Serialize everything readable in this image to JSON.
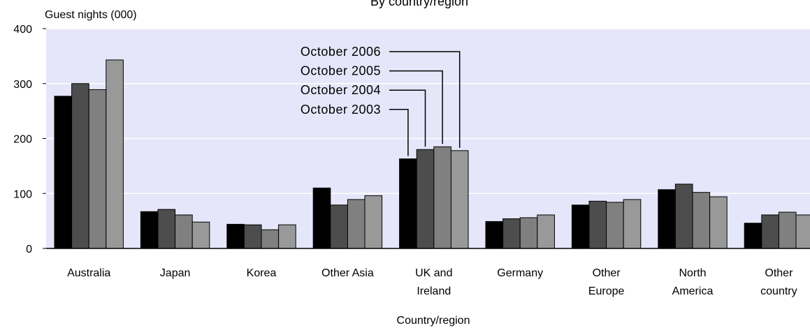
{
  "chart_data": {
    "type": "bar",
    "title": "By country/region",
    "ylabel": "Guest nights (000)",
    "xlabel": "Country/region",
    "ylim": [
      0,
      400
    ],
    "yticks": [
      0,
      100,
      200,
      300,
      400
    ],
    "grid": true,
    "legend_placement": "callouts above UK and Ireland bars",
    "categories": [
      "Australia",
      "Japan",
      "Korea",
      "Other Asia",
      "UK and Ireland",
      "Germany",
      "Other Europe",
      "North America",
      "Other country"
    ],
    "category_lines": [
      [
        "Australia"
      ],
      [
        "Japan"
      ],
      [
        "Korea"
      ],
      [
        "Other Asia"
      ],
      [
        "UK and",
        "Ireland"
      ],
      [
        "Germany"
      ],
      [
        "Other",
        "Europe"
      ],
      [
        "North",
        "America"
      ],
      [
        "Other",
        "country"
      ]
    ],
    "series": [
      {
        "name": "October 2003",
        "color": "#000000",
        "values": [
          277,
          67,
          44,
          110,
          163,
          49,
          79,
          107,
          46
        ]
      },
      {
        "name": "October 2004",
        "color": "#4d4d4d",
        "values": [
          300,
          71,
          43,
          79,
          180,
          54,
          86,
          117,
          61
        ]
      },
      {
        "name": "October 2005",
        "color": "#808080",
        "values": [
          289,
          61,
          34,
          89,
          185,
          56,
          84,
          102,
          66
        ]
      },
      {
        "name": "October 2006",
        "color": "#999999",
        "values": [
          343,
          48,
          43,
          96,
          178,
          61,
          89,
          94,
          61
        ]
      }
    ],
    "colors": {
      "plot_background": "#e6e6fa",
      "gridline": "#ffffff",
      "axis": "#000000"
    }
  }
}
